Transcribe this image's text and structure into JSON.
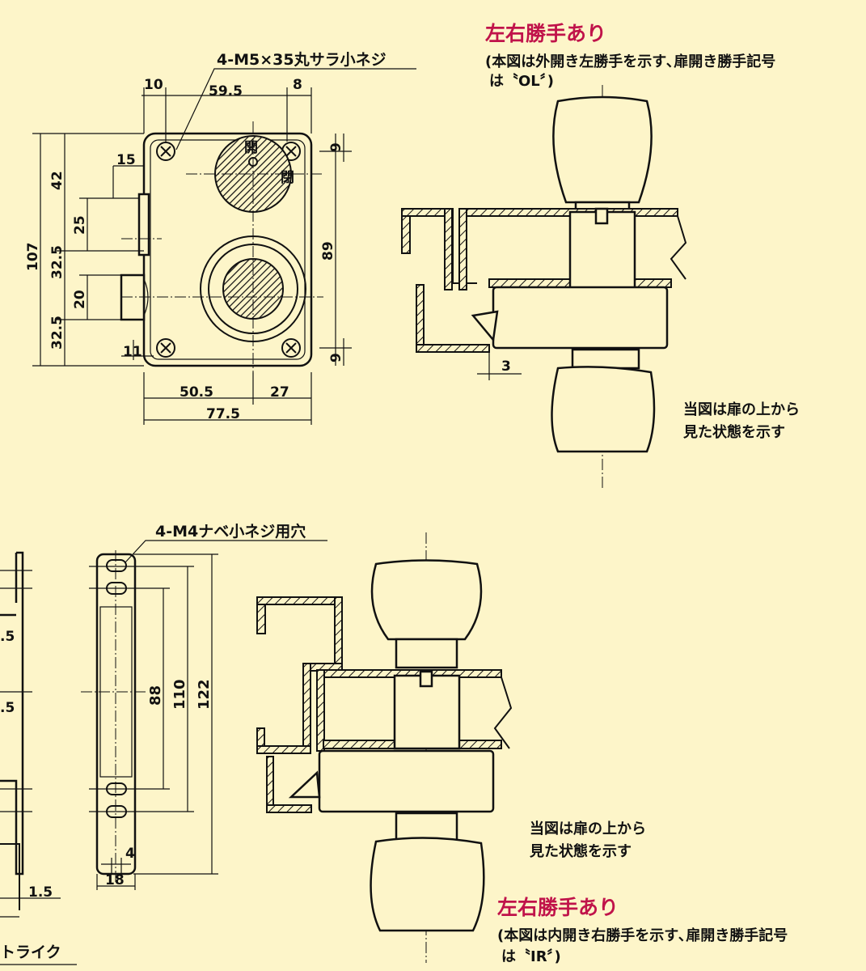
{
  "lock_body": {
    "screw_note": "4-M5×35丸サラ小ネジ",
    "open_mark": "開",
    "close_mark": "閉",
    "dims": {
      "d10": "10",
      "d59_5": "59.5",
      "d8": "8",
      "d15": "15",
      "d42": "42",
      "d25": "25",
      "d107": "107",
      "d32_5a": "32.5",
      "d20": "20",
      "d32_5b": "32.5",
      "d11": "11",
      "d89": "89",
      "d9a": "9",
      "d9b": "9",
      "d50_5": "50.5",
      "d27": "27",
      "d77_5": "77.5"
    }
  },
  "top_view": {
    "heading": "左右勝手あり",
    "note_line1": "(本図は外開き左勝手を示す､扉開き勝手記号",
    "note_line2": "は〝OL〞)",
    "view_note_line1": "当図は扉の上から",
    "view_note_line2": "見た状態を示す",
    "dim3": "3"
  },
  "strike": {
    "hole_note": "4-M4ナベ小ネジ用穴",
    "dims": {
      "d88": "88",
      "d110": "110",
      "d122": "122",
      "d4": "4",
      "d18": "18",
      "d1_5": "1.5",
      "d_5a": ".5",
      "d_5b": ".5"
    },
    "label": "トライク"
  },
  "bottom_view": {
    "heading": "左右勝手あり",
    "note_line1": "(本図は内開き右勝手を示す､扉開き勝手記号",
    "note_line2": "は〝IR〞)",
    "view_note_line1": "当図は扉の上から",
    "view_note_line2": "見た状態を示す"
  }
}
